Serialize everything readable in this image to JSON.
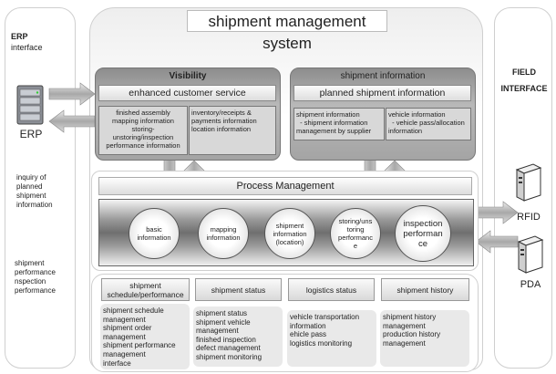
{
  "title": "shipment management system",
  "erp": {
    "header_line1": "ERP",
    "header_line2": "interface",
    "server_label": "ERP",
    "inquiry_lines": [
      "inquiry of",
      "planned",
      "shipment",
      "information"
    ],
    "performance_lines": [
      "shipment",
      "performance",
      "nspection",
      "performance"
    ]
  },
  "field": {
    "header_line1": "FIELD",
    "header_line2": "INTERFACE",
    "rfid_label": "RFID",
    "pda_label": "PDA"
  },
  "visibility": {
    "title": "Visibility",
    "subtitle": "enhanced customer service",
    "left_lines": [
      "finished assembly",
      "mapping information",
      "storing-",
      "unstoring/inspection",
      "performance information"
    ],
    "right_lines": [
      "inventory/receipts &",
      "payments information",
      "location information"
    ]
  },
  "shipment_info": {
    "title": "shipment information",
    "subtitle": "planned shipment information",
    "left_lines": [
      "shipment information",
      "  - shipment information",
      "management by supplier"
    ],
    "right_lines": [
      "vehicle information",
      "  - vehicle pass/allocation",
      "information"
    ]
  },
  "process": {
    "title": "Process Management",
    "circles": [
      {
        "lines": [
          "basic",
          "information"
        ]
      },
      {
        "lines": [
          "mapping",
          "information"
        ]
      },
      {
        "lines": [
          "shipment",
          "information",
          "(location)"
        ]
      },
      {
        "lines": [
          "storing/uns",
          "toring",
          "performanc",
          "e"
        ]
      },
      {
        "lines": [
          "inspection",
          "performan",
          "ce"
        ]
      }
    ]
  },
  "status": [
    {
      "header": [
        "shipment",
        "schedule/performance"
      ],
      "body": [
        "shipment schedule",
        "management",
        "shipment order",
        "management",
        "shipment performance",
        "management",
        "interface"
      ]
    },
    {
      "header": [
        "shipment status"
      ],
      "body": [
        "shipment status",
        "shipment vehicle",
        "management",
        "finished inspection",
        "defect management",
        "shipment monitoring"
      ]
    },
    {
      "header": [
        "logistics status"
      ],
      "body": [
        "vehicle transportation",
        "information",
        "ehicle pass",
        "logistics monitoring"
      ]
    },
    {
      "header": [
        "shipment history"
      ],
      "body": [
        "shipment history",
        "management",
        "production history",
        "management"
      ]
    }
  ]
}
